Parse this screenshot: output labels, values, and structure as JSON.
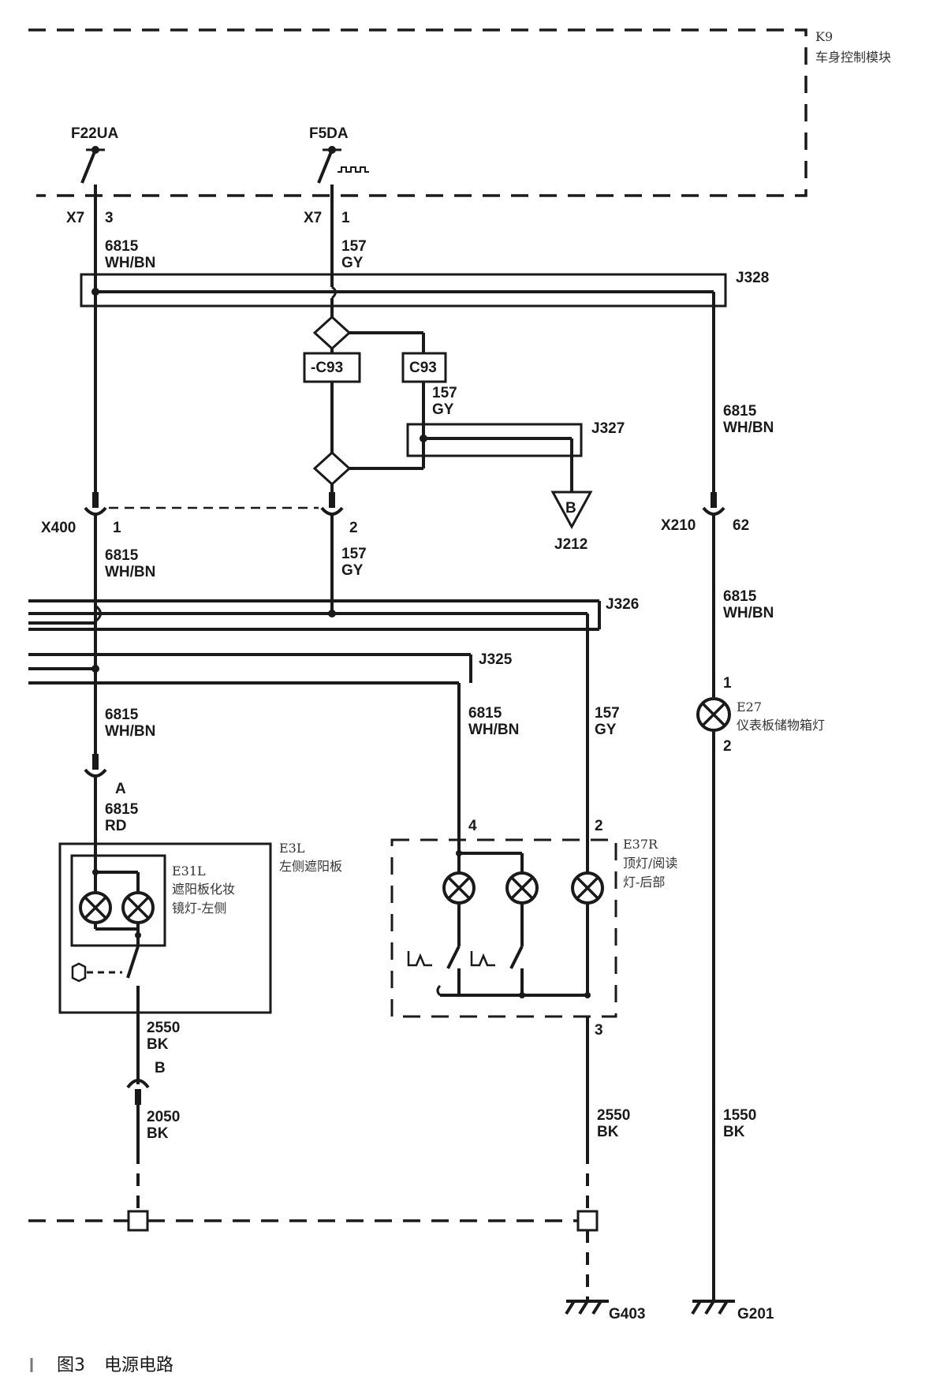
{
  "module": {
    "id": "K9",
    "name": "车身控制模块"
  },
  "fuses": {
    "left": "F22UA",
    "right": "F5DA"
  },
  "connectors": {
    "x7": "X7",
    "x7_pin_left": "3",
    "x7_pin_right": "1",
    "x400": "X400",
    "x400_pin1": "1",
    "x400_pin2": "2",
    "x210": "X210",
    "x210_pin": "62",
    "pin_a": "A",
    "pin_b": "B"
  },
  "splices": {
    "j328": "J328",
    "j327": "J327",
    "j326": "J326",
    "j325": "J325",
    "j212": "J212",
    "j212_letter": "B"
  },
  "options": {
    "neg": "-C93",
    "pos": "C93"
  },
  "wires": {
    "c6815": "6815",
    "c157": "157",
    "c2550": "2550",
    "c2050": "2050",
    "c1550": "1550",
    "wh_bn": "WH/BN",
    "gy": "GY",
    "rd": "RD",
    "bk": "BK"
  },
  "components": {
    "e27_id": "E27",
    "e27_name": "仪表板储物箱灯",
    "e27_pin1": "1",
    "e27_pin2": "2",
    "e3l_id": "E3L",
    "e3l_name": "左侧遮阳板",
    "e31l_id": "E31L",
    "e31l_name1": "遮阳板化妆",
    "e31l_name2": "镜灯-左侧",
    "e37r_id": "E37R",
    "e37r_name1": "顶灯/阅读",
    "e37r_name2": "灯-后部",
    "e37r_pin4": "4",
    "e37r_pin2": "2",
    "e37r_pin3": "3"
  },
  "grounds": {
    "g403": "G403",
    "g201": "G201"
  },
  "caption": {
    "number": "图3",
    "title": "电源电路"
  }
}
